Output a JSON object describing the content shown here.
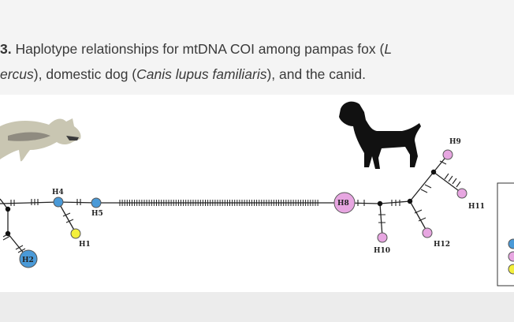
{
  "caption": {
    "line1_prefix": "3.",
    "line1_text": " Haplotype relationships for mtDNA COI among pampas fox (",
    "line1_italic_tail": "L",
    "line2_italic_head": "ercus",
    "line2_text1": "), domestic dog (",
    "line2_italic": "Canis lupus familiaris",
    "line2_text2": "), and the canid."
  },
  "network": {
    "haplotypes": [
      {
        "label": "H1",
        "color": "#f3ef3c"
      },
      {
        "label": "H2",
        "color": "#4a9ad8"
      },
      {
        "label": "H4",
        "color": "#4a9ad8"
      },
      {
        "label": "H5",
        "color": "#4a9ad8"
      },
      {
        "label": "H8",
        "color": "#e7a6e1"
      },
      {
        "label": "H9",
        "color": "#e7a6e1"
      },
      {
        "label": "H10",
        "color": "#e7a6e1"
      },
      {
        "label": "H11",
        "color": "#e7a6e1"
      },
      {
        "label": "H12",
        "color": "#e7a6e1"
      }
    ],
    "legend_colors": [
      "#4a9ad8",
      "#e7a6e1",
      "#f3ef3c"
    ]
  },
  "icons": {
    "fox": "pampas-fox-silhouette-icon",
    "dog": "dog-silhouette-icon"
  }
}
